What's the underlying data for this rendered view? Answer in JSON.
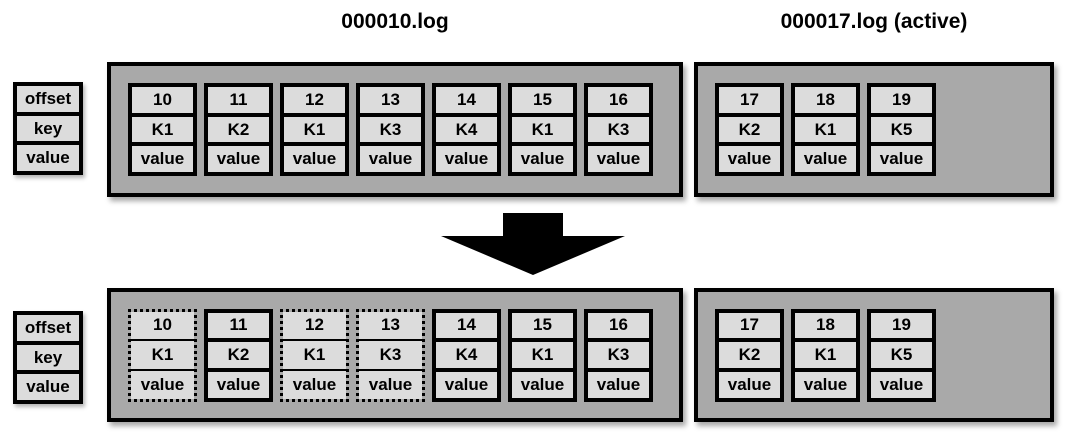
{
  "titles": {
    "log1": "000010.log",
    "log2": "000017.log (active)"
  },
  "row_labels": [
    "offset",
    "key",
    "value"
  ],
  "before": {
    "log1": {
      "records": [
        {
          "offset": "10",
          "key": "K1",
          "value": "value"
        },
        {
          "offset": "11",
          "key": "K2",
          "value": "value"
        },
        {
          "offset": "12",
          "key": "K1",
          "value": "value"
        },
        {
          "offset": "13",
          "key": "K3",
          "value": "value"
        },
        {
          "offset": "14",
          "key": "K4",
          "value": "value"
        },
        {
          "offset": "15",
          "key": "K1",
          "value": "value"
        },
        {
          "offset": "16",
          "key": "K3",
          "value": "value"
        }
      ]
    },
    "log2": {
      "records": [
        {
          "offset": "17",
          "key": "K2",
          "value": "value"
        },
        {
          "offset": "18",
          "key": "K1",
          "value": "value"
        },
        {
          "offset": "19",
          "key": "K5",
          "value": "value"
        }
      ]
    }
  },
  "after": {
    "log1": {
      "records": [
        {
          "offset": "10",
          "key": "K1",
          "value": "value",
          "stale": true
        },
        {
          "offset": "11",
          "key": "K2",
          "value": "value",
          "stale": false
        },
        {
          "offset": "12",
          "key": "K1",
          "value": "value",
          "stale": true
        },
        {
          "offset": "13",
          "key": "K3",
          "value": "value",
          "stale": true
        },
        {
          "offset": "14",
          "key": "K4",
          "value": "value",
          "stale": false
        },
        {
          "offset": "15",
          "key": "K1",
          "value": "value",
          "stale": false
        },
        {
          "offset": "16",
          "key": "K3",
          "value": "value",
          "stale": false
        }
      ]
    },
    "log2": {
      "records": [
        {
          "offset": "17",
          "key": "K2",
          "value": "value"
        },
        {
          "offset": "18",
          "key": "K1",
          "value": "value"
        },
        {
          "offset": "19",
          "key": "K5",
          "value": "value"
        }
      ]
    }
  },
  "icons": {
    "merge_arrow": "down-arrow"
  },
  "colors": {
    "background": "#ffffff",
    "box_bg": "#a9a9a9",
    "cell_bg": "#dcdcdc",
    "border": "#000000",
    "arrow": "#000000"
  }
}
